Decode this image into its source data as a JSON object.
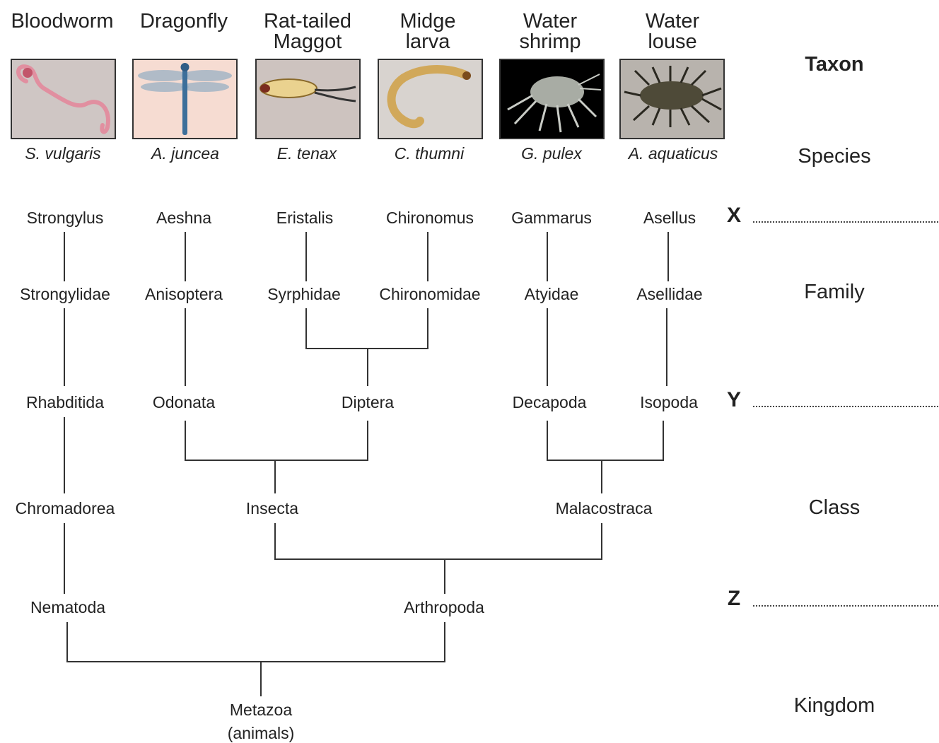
{
  "organisms": [
    {
      "common": "Bloodworm",
      "species": "S. vulgaris",
      "photo_icon": "bloodworm-photo",
      "bg": "#cfc6c4"
    },
    {
      "common": "Dragonfly",
      "species": "A. juncea",
      "photo_icon": "dragonfly-photo",
      "bg": "#f6dcd2"
    },
    {
      "common": "Rat-tailed\nMaggot",
      "species": "E. tenax",
      "photo_icon": "maggot-photo",
      "bg": "#cdc3bf"
    },
    {
      "common": "Midge\nlarva",
      "species": "C. thumni",
      "photo_icon": "midge-larva-photo",
      "bg": "#d8d3cf"
    },
    {
      "common": "Water\nshrimp",
      "species": "G. pulex",
      "photo_icon": "water-shrimp-photo",
      "bg": "#000000"
    },
    {
      "common": "Water\nlouse",
      "species": "A. aquaticus",
      "photo_icon": "water-louse-photo",
      "bg": "#b8b3ad"
    }
  ],
  "ranks": {
    "taxon": "Taxon",
    "species": "Species",
    "family": "Family",
    "class": "Class",
    "kingdom": "Kingdom",
    "x": "X",
    "y": "Y",
    "z": "Z"
  },
  "genus": [
    "Strongylus",
    "Aeshna",
    "Eristalis",
    "Chironomus",
    "Gammarus",
    "Asellus"
  ],
  "family": [
    "Strongylidae",
    "Anisoptera",
    "Syrphidae",
    "Chironomidae",
    "Atyidae",
    "Asellidae"
  ],
  "order": [
    "Rhabditida",
    "Odonata",
    "Diptera",
    "Decapoda",
    "Isopoda"
  ],
  "class": [
    "Chromadorea",
    "Insecta",
    "Malacostraca"
  ],
  "phylum": [
    "Nematoda",
    "Arthropoda"
  ],
  "kingdom": {
    "line1": "Metazoa",
    "line2": "(animals)"
  },
  "colors": {
    "line": "#333333",
    "text": "#222222"
  }
}
